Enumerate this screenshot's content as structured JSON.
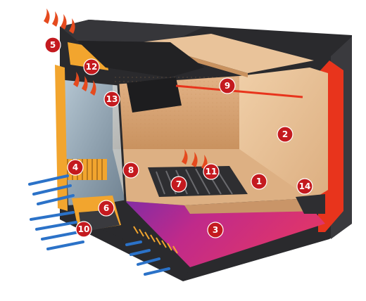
{
  "diagram": {
    "callouts": [
      {
        "id": "c1",
        "label": "1"
      },
      {
        "id": "c2",
        "label": "2"
      },
      {
        "id": "c3",
        "label": "3"
      },
      {
        "id": "c4",
        "label": "4"
      },
      {
        "id": "c5",
        "label": "5"
      },
      {
        "id": "c6",
        "label": "6"
      },
      {
        "id": "c7",
        "label": "7"
      },
      {
        "id": "c8",
        "label": "8"
      },
      {
        "id": "c9",
        "label": "9"
      },
      {
        "id": "c10",
        "label": "10"
      },
      {
        "id": "c11",
        "label": "11"
      },
      {
        "id": "c12",
        "label": "12"
      },
      {
        "id": "c13",
        "label": "13"
      },
      {
        "id": "c14",
        "label": "14"
      }
    ],
    "colors": {
      "casing": "#2a2a2d",
      "casing_edge": "#4a4a4e",
      "firebrick": "#e9c39a",
      "firebrick_shade": "#d8a879",
      "insulation": "#f2a52e",
      "heat_red": "#e8341c",
      "floor_magenta": "#c02a8a",
      "floor_purple": "#7a2ca8",
      "glass": "#bcd6e8",
      "air_blue": "#2b72c8",
      "flame": "#e54a1e",
      "marker": "#c41a1f"
    },
    "icons": [
      "flame-icon",
      "airflow-arrow-icon"
    ]
  }
}
